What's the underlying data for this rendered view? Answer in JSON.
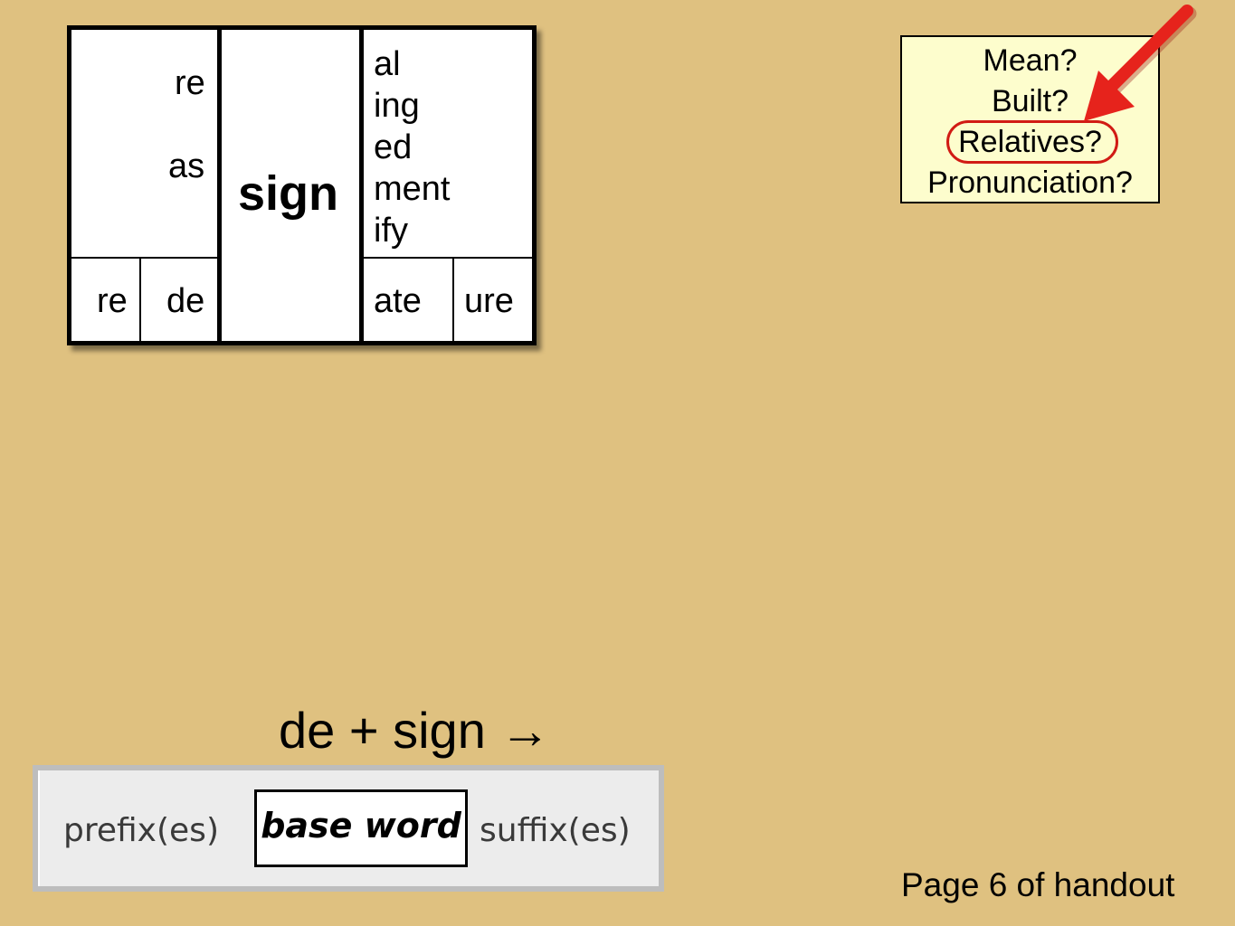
{
  "matrix": {
    "base": "sign",
    "prefixes_top": [
      "re",
      "as"
    ],
    "prefixes_bottom": [
      "re",
      "de"
    ],
    "suffixes_top": [
      "al",
      "ing",
      "ed",
      "ment",
      "ify"
    ],
    "suffixes_bottom": [
      "ate",
      "ure"
    ]
  },
  "questions": {
    "items": [
      "Mean?",
      "Built?",
      "Relatives?",
      "Pronunciation?"
    ],
    "highlighted": "Relatives?",
    "highlight_color": "#d11b14"
  },
  "equation": "de + sign →",
  "legend": {
    "prefix_label": "prefix(es)",
    "base_label": "base word",
    "suffix_label": "suffix(es)"
  },
  "page_note": "Page 6 of handout",
  "colors": {
    "background": "#dfc180",
    "question_box": "#fdfdcd",
    "arrow": "#e6231c"
  }
}
